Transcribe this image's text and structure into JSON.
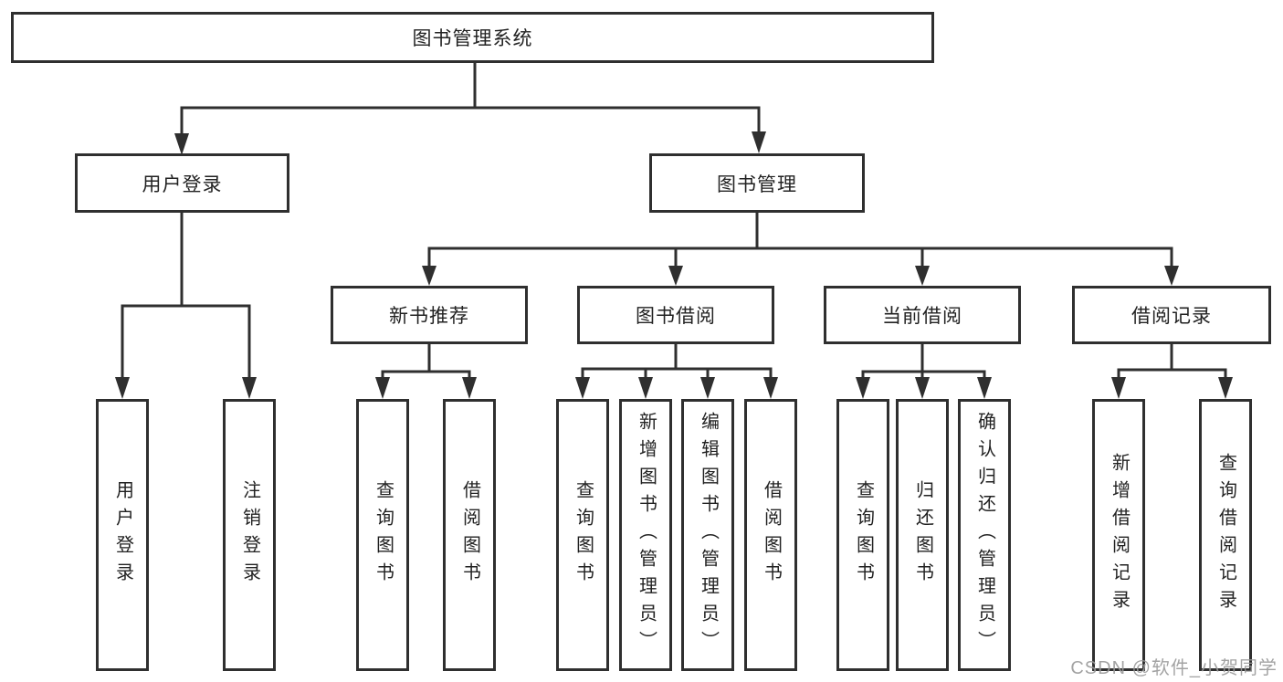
{
  "tree": {
    "root": {
      "label": "图书管理系统"
    },
    "branches": [
      {
        "label": "用户登录",
        "children": [
          "用户登录",
          "注销登录"
        ]
      },
      {
        "label": "图书管理",
        "groups": [
          {
            "label": "新书推荐",
            "children": [
              "查询图书",
              "借阅图书"
            ]
          },
          {
            "label": "图书借阅",
            "children": [
              "查询图书",
              "新增图书（管理员）",
              "编辑图书（管理员）",
              "借阅图书"
            ]
          },
          {
            "label": "当前借阅",
            "children": [
              "查询图书",
              "归还图书",
              "确认归还（管理员）"
            ]
          },
          {
            "label": "借阅记录",
            "children": [
              "新增借阅记录",
              "查询借阅记录"
            ]
          }
        ]
      }
    ]
  },
  "watermark": "CSDN @软件_小贺同学",
  "colors": {
    "line": "#2f2f2f",
    "text": "#222222",
    "watermark": "#9a9a9a",
    "background": "#ffffff"
  }
}
